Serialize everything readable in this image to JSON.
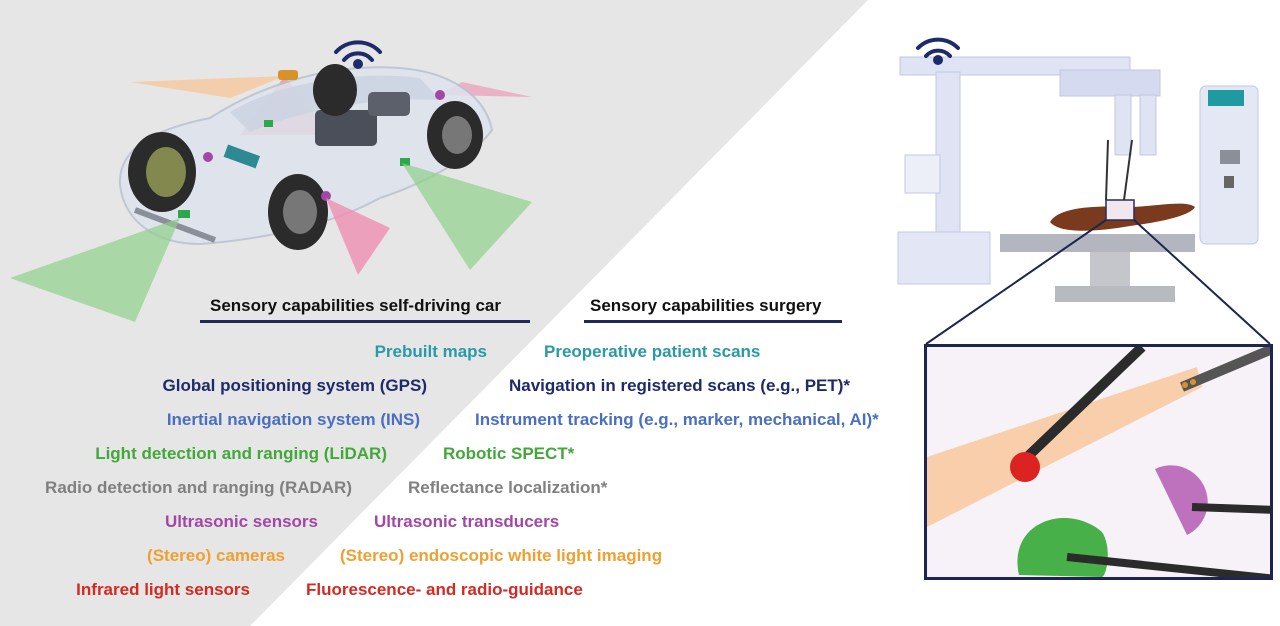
{
  "headings": {
    "car": "Sensory capabilities self-driving car",
    "surgery": "Sensory capabilities surgery"
  },
  "car_items": [
    {
      "label": "Prebuilt maps",
      "color": "#2a9aa6"
    },
    {
      "label": "Global positioning system (GPS)",
      "color": "#1f2a6b"
    },
    {
      "label": "Inertial navigation system (INS)",
      "color": "#4a6fc0"
    },
    {
      "label": "Light detection and ranging (LiDAR)",
      "color": "#43a83a"
    },
    {
      "label": "Radio detection and ranging (RADAR)",
      "color": "#808080"
    },
    {
      "label": "Ultrasonic sensors",
      "color": "#a347a6"
    },
    {
      "label": "(Stereo) cameras",
      "color": "#f0a030"
    },
    {
      "label": "Infrared light sensors",
      "color": "#d42a22"
    }
  ],
  "surgery_items": [
    {
      "label": "Preoperative patient scans",
      "color": "#2a9aa6"
    },
    {
      "label": "Navigation in registered scans (e.g., PET)*",
      "color": "#1f2a6b"
    },
    {
      "label": "Instrument tracking (e.g., marker, mechanical, AI)*",
      "color": "#4a6fc0"
    },
    {
      "label": "Robotic SPECT*",
      "color": "#43a83a"
    },
    {
      "label": "Reflectance localization*",
      "color": "#808080"
    },
    {
      "label": "Ultrasonic transducers",
      "color": "#a347a6"
    },
    {
      "label": "(Stereo) endoscopic white light imaging",
      "color": "#f0a030"
    },
    {
      "label": "Fluorescence- and radio-guidance",
      "color": "#d42a22"
    }
  ],
  "icons": [
    "wifi-icon",
    "wifi-icon"
  ],
  "colors": {
    "background_panel": "#e6e6e6",
    "heading_underline": "#1f2a5a",
    "zoom_border": "#1e2550"
  }
}
